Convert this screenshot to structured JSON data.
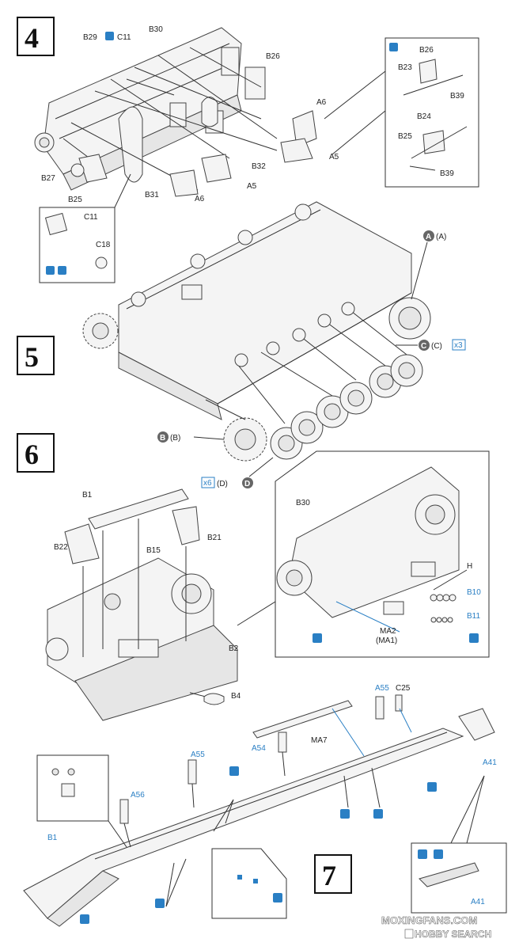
{
  "steps": {
    "s4": "4",
    "s5": "5",
    "s6": "6",
    "s7": "7"
  },
  "step4": {
    "labels": {
      "b29": "B29",
      "c11": "C11",
      "b30": "B30",
      "b26": "B26",
      "a6": "A6",
      "a5": "A5",
      "b32": "B32",
      "b27": "B27",
      "b25": "B25",
      "b31": "B31",
      "a6b": "A6",
      "a5b": "A5"
    },
    "inset_a": {
      "b26": "B26",
      "b23": "B23",
      "b39": "B39",
      "b24": "B24",
      "b25": "B25",
      "b39b": "B39"
    },
    "inset_b": {
      "c11": "C11",
      "c18": "C18"
    }
  },
  "step5": {
    "sprue_a": "(A)",
    "sprue_a_letter": "A",
    "sprue_c": "(C)",
    "sprue_c_letter": "C",
    "sprue_c_qty": "x3",
    "sprue_b": "(B)",
    "sprue_b_letter": "B",
    "sprue_d": "(D)",
    "sprue_d_letter": "D",
    "sprue_d_qty": "x6"
  },
  "step6": {
    "labels": {
      "b1": "B1",
      "b22": "B22",
      "b21": "B21",
      "b15": "B15",
      "b2": "B2",
      "b4": "B4"
    },
    "inset": {
      "b30": "B30",
      "h": "H",
      "b10": "B10",
      "b11": "B11",
      "ma2": "MA2",
      "ma1": "(MA1)"
    }
  },
  "step7": {
    "labels": {
      "a55": "A55",
      "c25": "C25",
      "ma7": "MA7",
      "a54": "A54",
      "a55b": "A55",
      "a56": "A56",
      "a41": "A41",
      "b1": "B1",
      "a41b": "A41"
    }
  },
  "watermark": {
    "site": "MOXINGFANS.COM",
    "brand": "HOBBY SEARCH"
  },
  "colors": {
    "accent": "#2a7fc4",
    "line": "#333333"
  }
}
